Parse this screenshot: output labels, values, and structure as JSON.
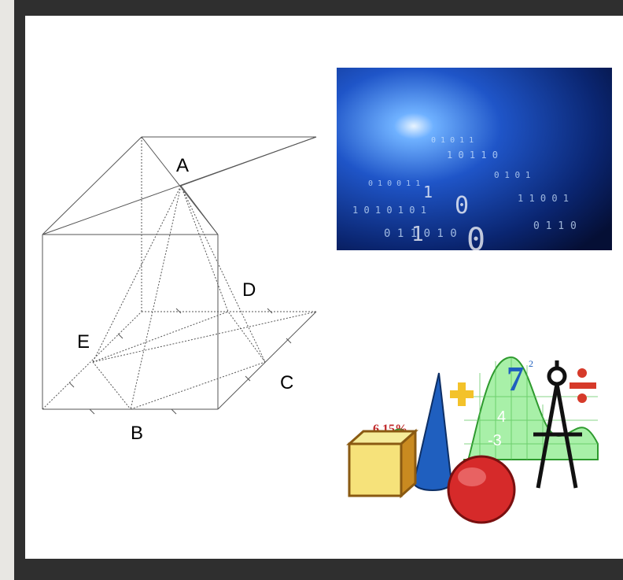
{
  "slide": {
    "labels": {
      "A": "A",
      "B": "B",
      "C": "C",
      "D": "D",
      "E": "E"
    },
    "clipart_text": {
      "percent": "6.15%",
      "seven": "7",
      "exponent": "2",
      "four": "4",
      "minus_three": "-3"
    }
  },
  "colors": {
    "frame": "#2f2f2f",
    "slide_bg": "#ffffff",
    "binary_bg": "#0a1a4a",
    "binary_glow": "#3a7bff",
    "cube_yellow": "#f6d44a",
    "cone_blue": "#1f5fbf",
    "sphere_red": "#d62a2a",
    "graph_green": "#8fe08f"
  },
  "icons": [
    "binary-code-image",
    "math-clipart",
    "cube-icon",
    "cone-icon",
    "sphere-icon",
    "compass-icon",
    "plus-icon",
    "divide-icon"
  ]
}
